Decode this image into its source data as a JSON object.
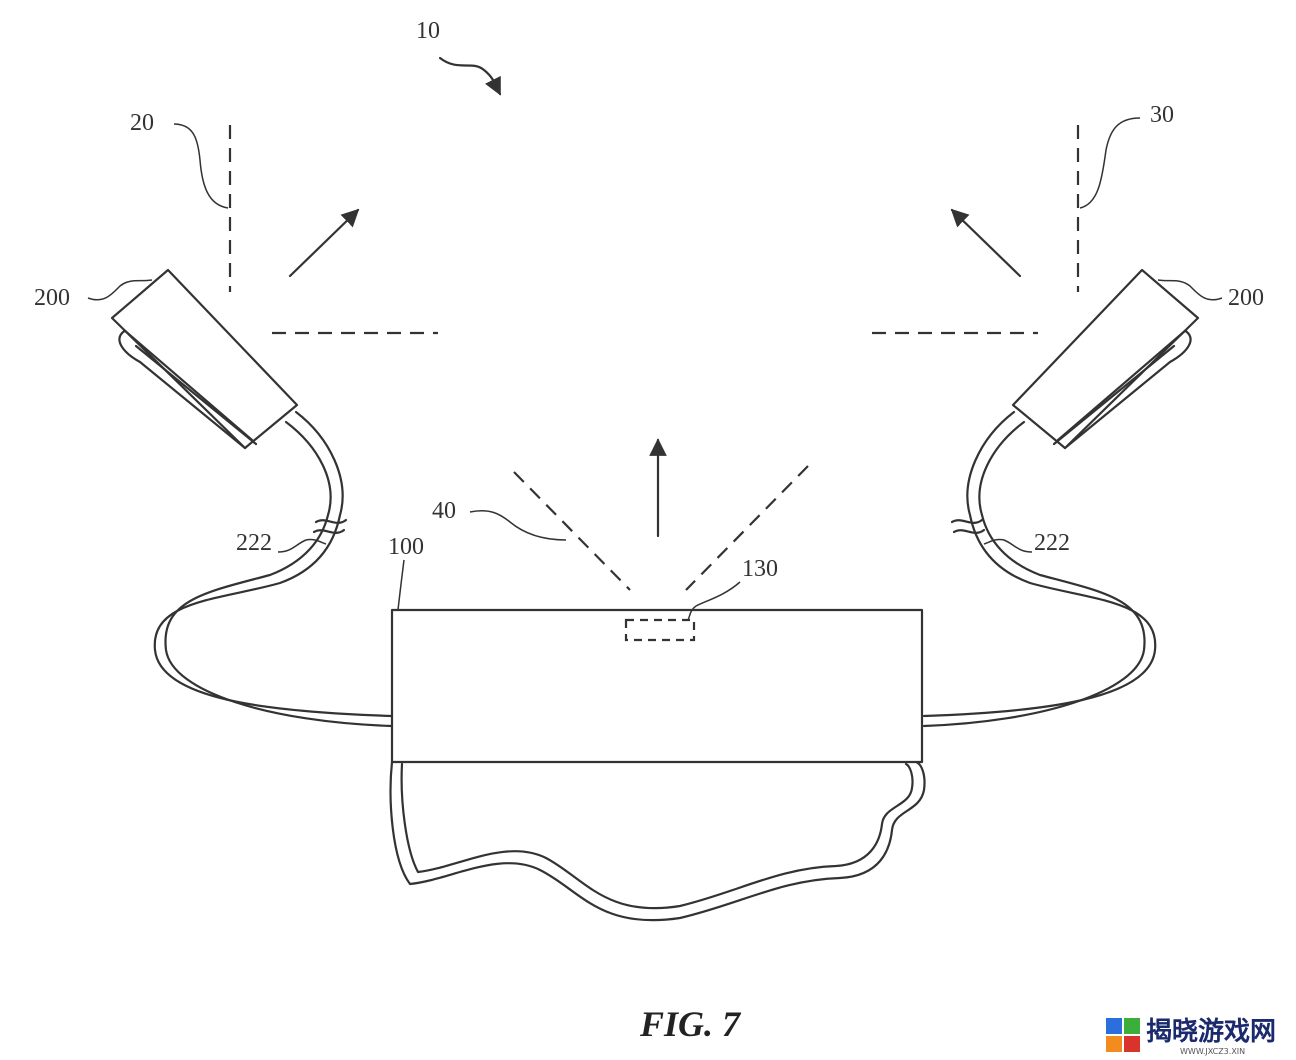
{
  "figure": {
    "caption": "FIG. 7",
    "labels": {
      "system": "10",
      "region_left": "20",
      "region_right": "30",
      "sensor_left": "200",
      "sensor_right": "200",
      "cable_left": "222",
      "cable_right": "222",
      "center_emitter": "40",
      "housing": "100",
      "window": "130"
    }
  },
  "watermark": {
    "text": "揭晓游戏网",
    "sub": "WWW.JXCZ3.XIN",
    "colors": {
      "blue": "#2a6fdb",
      "green": "#3cae3c",
      "orange": "#f28c1e",
      "red": "#d9342b"
    }
  }
}
